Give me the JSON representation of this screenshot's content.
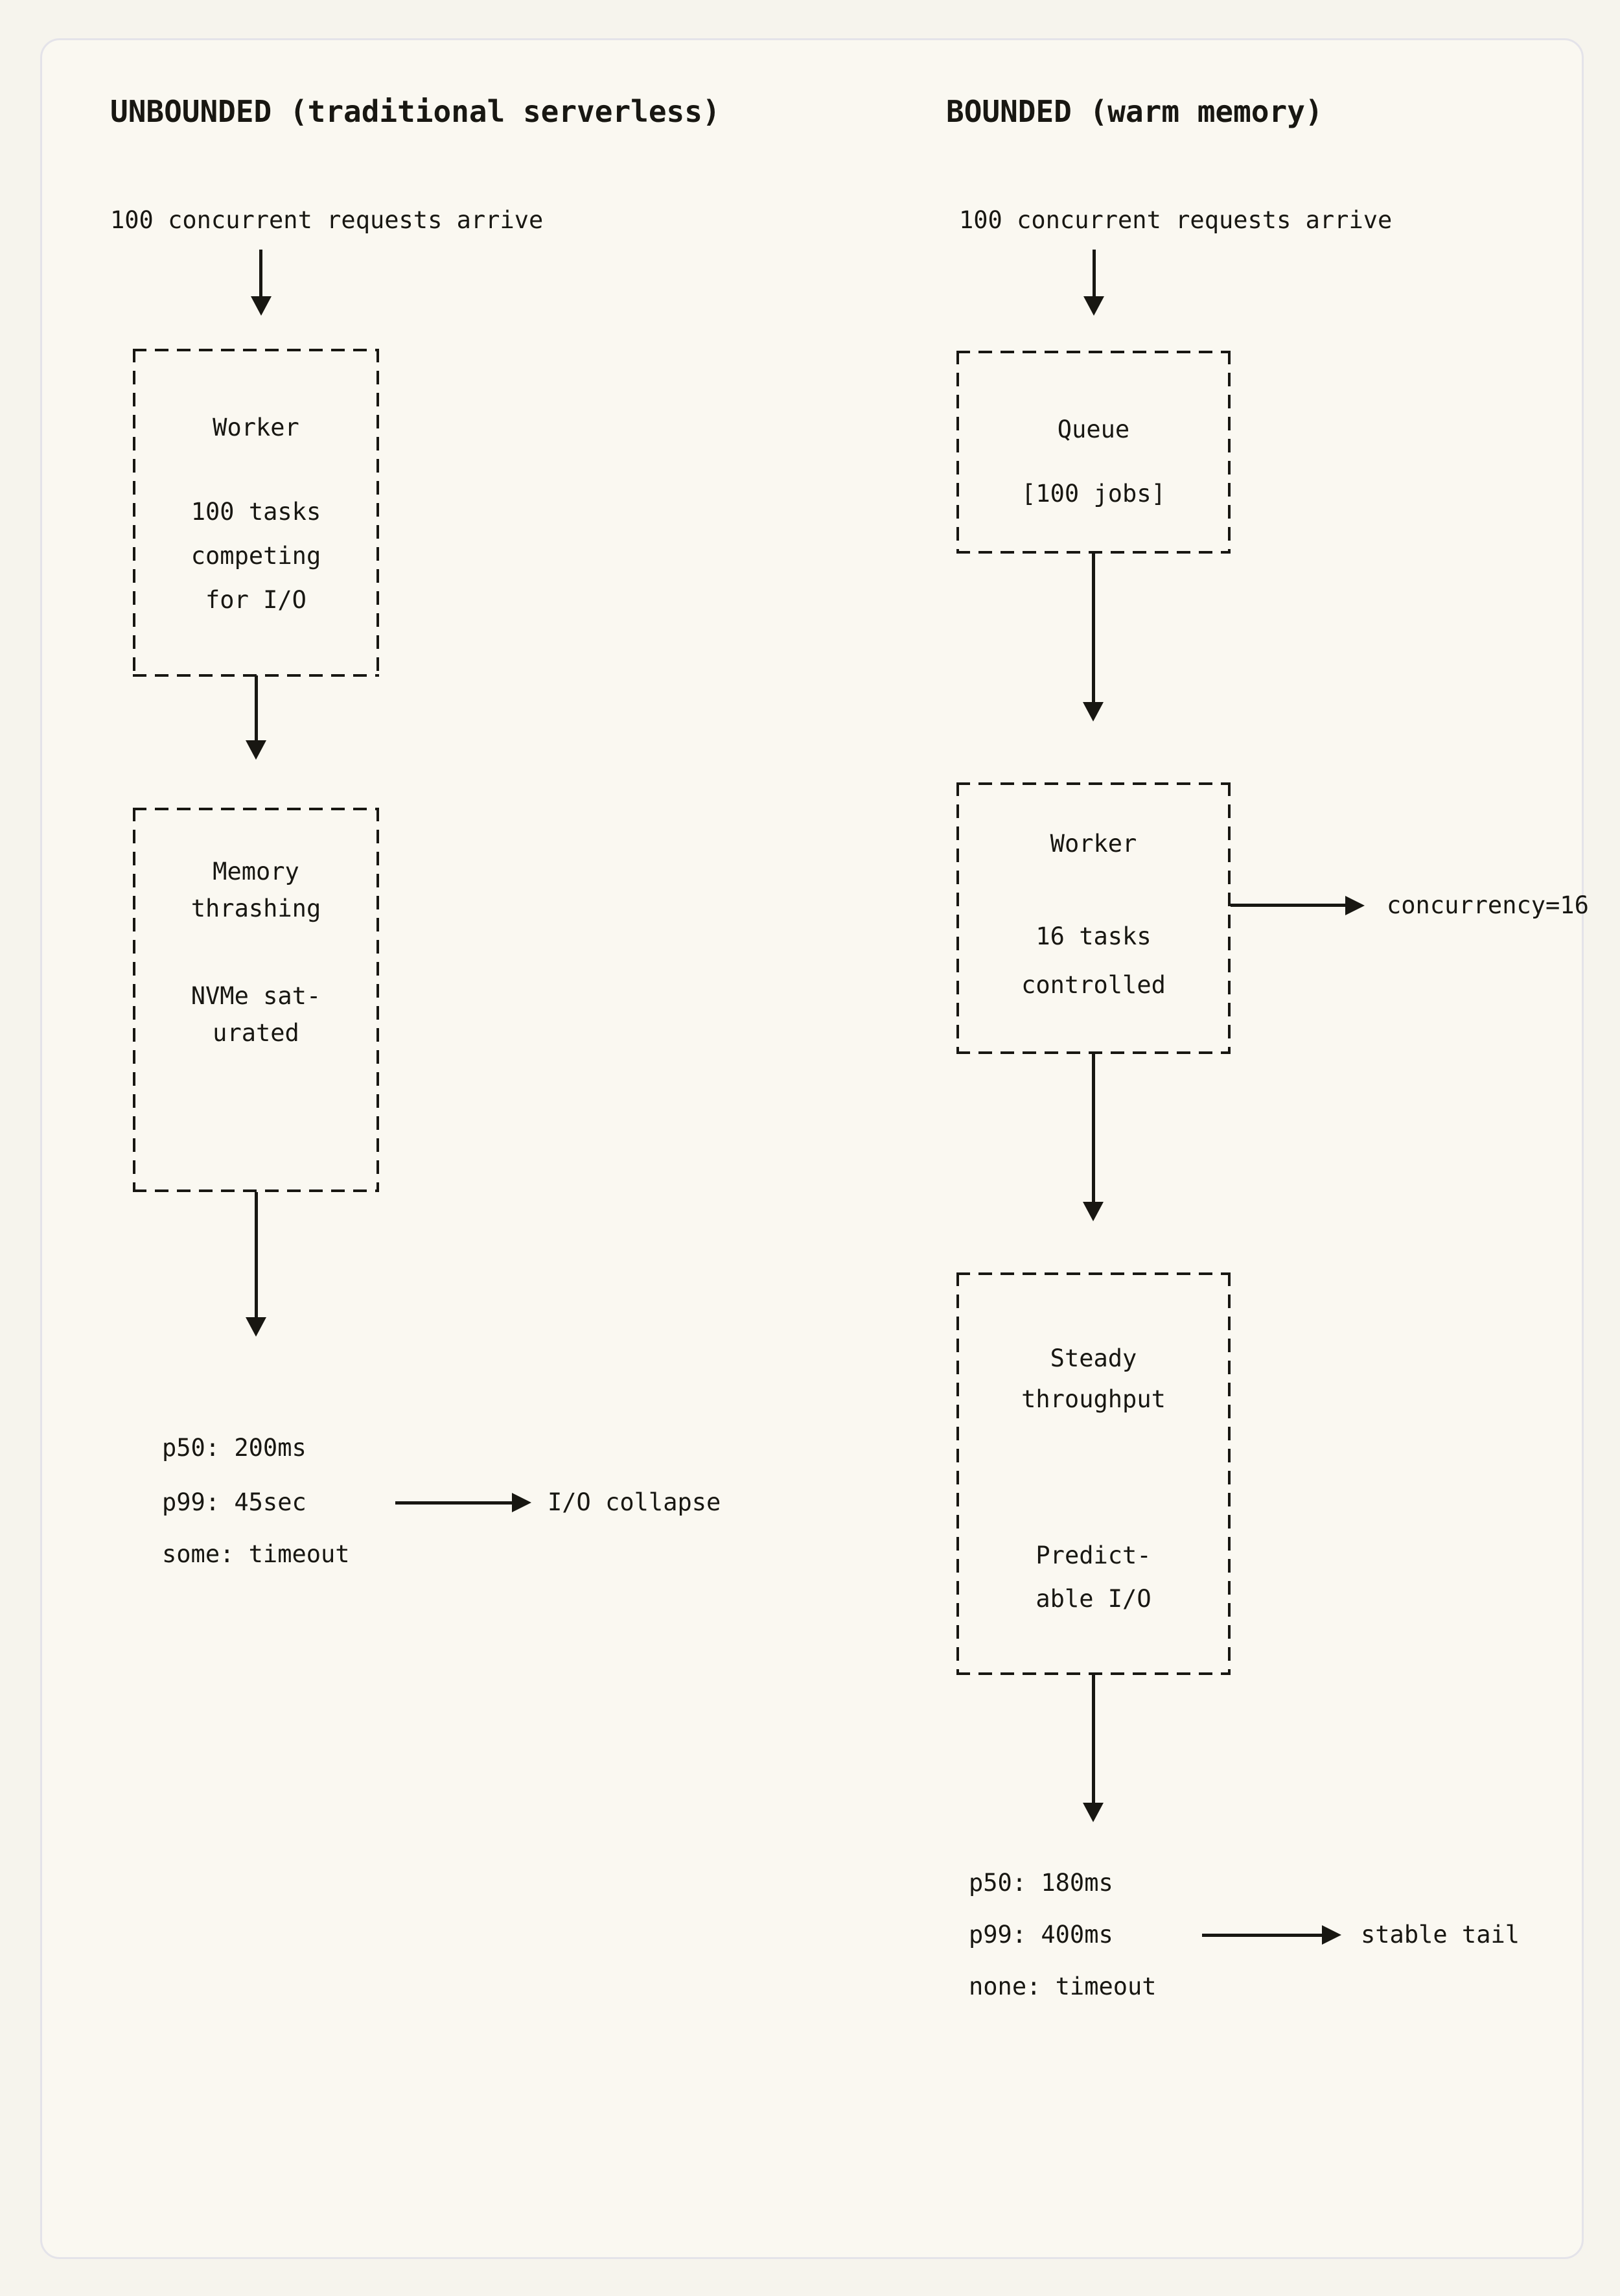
{
  "colors": {
    "outer_background": "#f6f4ed",
    "card_background": "#faf8f1",
    "card_border": "#e4e3e9",
    "ink": "#181712"
  },
  "left": {
    "title": "UNBOUNDED (traditional serverless)",
    "requests_label": "100 concurrent requests arrive",
    "worker_box": {
      "title": "Worker",
      "lines": [
        "100 tasks",
        "competing",
        "for I/O"
      ]
    },
    "memory_box": {
      "lines": [
        "Memory",
        "thrashing",
        "NVMe sat-",
        "urated"
      ]
    },
    "stats": {
      "p50": "p50: 200ms",
      "p99": "p99: 45sec",
      "timeout": "some: timeout"
    },
    "callout": "I/O collapse"
  },
  "right": {
    "title": "BOUNDED (warm memory)",
    "requests_label": "100 concurrent requests arrive",
    "queue_box": {
      "title": "Queue",
      "subtitle": "[100 jobs]"
    },
    "worker_box": {
      "title": "Worker",
      "lines": [
        "16 tasks",
        "controlled"
      ]
    },
    "concurrency_label": "concurrency=16",
    "steady_box": {
      "lines": [
        "Steady",
        "throughput",
        "Predict-",
        "able I/O"
      ]
    },
    "stats": {
      "p50": "p50: 180ms",
      "p99": "p99: 400ms",
      "timeout": "none: timeout"
    },
    "callout": "stable tail"
  }
}
